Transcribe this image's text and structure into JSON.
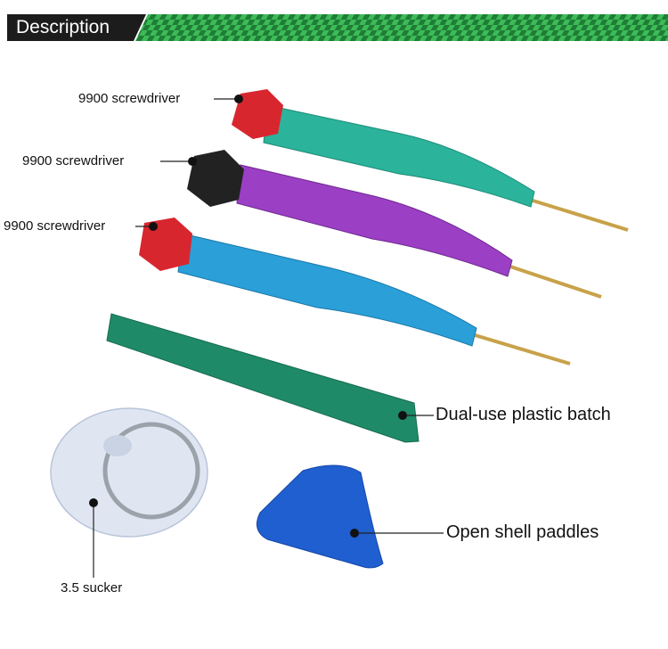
{
  "header": {
    "title": "Description"
  },
  "labels": {
    "screwdriver_top": "9900 screwdriver",
    "screwdriver_middle": "9900  screwdriver",
    "screwdriver_bottom": "9900 screwdriver",
    "plastic_batch": "Dual-use plastic batch",
    "open_shell": "Open shell paddles",
    "sucker": "3.5 sucker"
  },
  "colors": {
    "header_bg": "#1c1c1c",
    "pattern_green": "#2fa24a",
    "screwdriver_teal": "#2bb39b",
    "screwdriver_purple": "#9b3fc4",
    "screwdriver_blue": "#2a9fd8",
    "cap_red": "#d8262f",
    "cap_black": "#222222",
    "batch_green": "#1f8a68",
    "paddle_blue": "#1f5fd0"
  },
  "icons": [
    "screwdriver-image",
    "plastic-batch-image",
    "suction-cup-image",
    "triangle-paddle-image"
  ]
}
